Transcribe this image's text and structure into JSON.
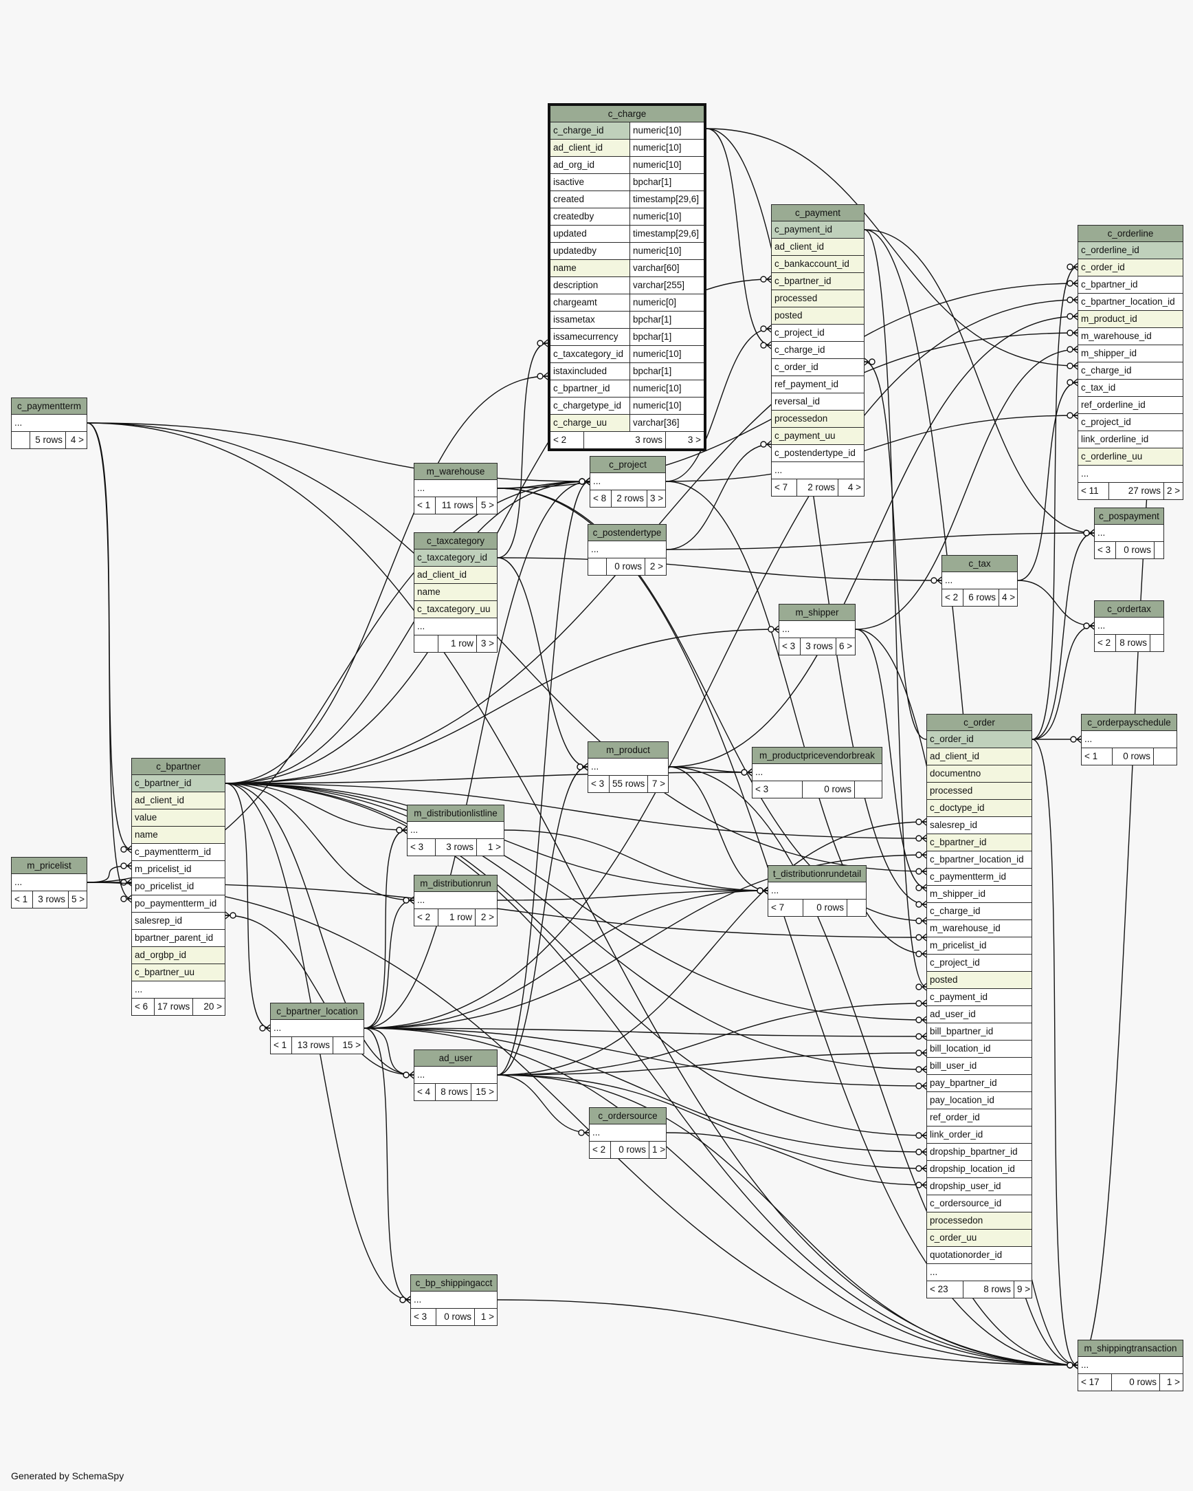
{
  "footer": "Generated by SchemaSpy",
  "colors": {
    "title_bg": "#9aab93",
    "pk_bg": "#bfd0bb",
    "required_bg": "#f3f6df",
    "plain_bg": "#ffffff",
    "edge": "#111111",
    "background": "#f7f7f7"
  },
  "tables": [
    {
      "id": "c_charge",
      "name": "c_charge",
      "focus": true,
      "columns": [
        {
          "name": "c_charge_id",
          "type": "numeric[10]",
          "kind": "pk"
        },
        {
          "name": "ad_client_id",
          "type": "numeric[10]",
          "kind": "req"
        },
        {
          "name": "ad_org_id",
          "type": "numeric[10]",
          "kind": "plain"
        },
        {
          "name": "isactive",
          "type": "bpchar[1]",
          "kind": "plain"
        },
        {
          "name": "created",
          "type": "timestamp[29,6]",
          "kind": "plain"
        },
        {
          "name": "createdby",
          "type": "numeric[10]",
          "kind": "plain"
        },
        {
          "name": "updated",
          "type": "timestamp[29,6]",
          "kind": "plain"
        },
        {
          "name": "updatedby",
          "type": "numeric[10]",
          "kind": "plain"
        },
        {
          "name": "name",
          "type": "varchar[60]",
          "kind": "req"
        },
        {
          "name": "description",
          "type": "varchar[255]",
          "kind": "plain"
        },
        {
          "name": "chargeamt",
          "type": "numeric[0]",
          "kind": "plain"
        },
        {
          "name": "issametax",
          "type": "bpchar[1]",
          "kind": "plain"
        },
        {
          "name": "issamecurrency",
          "type": "bpchar[1]",
          "kind": "plain"
        },
        {
          "name": "c_taxcategory_id",
          "type": "numeric[10]",
          "kind": "plain"
        },
        {
          "name": "istaxincluded",
          "type": "bpchar[1]",
          "kind": "plain"
        },
        {
          "name": "c_bpartner_id",
          "type": "numeric[10]",
          "kind": "plain"
        },
        {
          "name": "c_chargetype_id",
          "type": "numeric[10]",
          "kind": "plain"
        },
        {
          "name": "c_charge_uu",
          "type": "varchar[36]",
          "kind": "req"
        }
      ],
      "footer": [
        "< 2",
        "3 rows",
        "3 >"
      ]
    },
    {
      "id": "c_payment",
      "name": "c_payment",
      "columns": [
        {
          "name": "c_payment_id",
          "kind": "pk"
        },
        {
          "name": "ad_client_id",
          "kind": "req"
        },
        {
          "name": "c_bankaccount_id",
          "kind": "req"
        },
        {
          "name": "c_bpartner_id",
          "kind": "req"
        },
        {
          "name": "processed",
          "kind": "req"
        },
        {
          "name": "posted",
          "kind": "req"
        },
        {
          "name": "c_project_id",
          "kind": "plain"
        },
        {
          "name": "c_charge_id",
          "kind": "plain"
        },
        {
          "name": "c_order_id",
          "kind": "plain"
        },
        {
          "name": "ref_payment_id",
          "kind": "plain"
        },
        {
          "name": "reversal_id",
          "kind": "plain"
        },
        {
          "name": "processedon",
          "kind": "req"
        },
        {
          "name": "c_payment_uu",
          "kind": "req"
        },
        {
          "name": "c_postendertype_id",
          "kind": "plain"
        },
        {
          "name": "...",
          "kind": "plain"
        }
      ],
      "footer": [
        "< 7",
        "2 rows",
        "4 >"
      ]
    },
    {
      "id": "c_orderline",
      "name": "c_orderline",
      "columns": [
        {
          "name": "c_orderline_id",
          "kind": "pk"
        },
        {
          "name": "c_order_id",
          "kind": "req"
        },
        {
          "name": "c_bpartner_id",
          "kind": "plain"
        },
        {
          "name": "c_bpartner_location_id",
          "kind": "plain"
        },
        {
          "name": "m_product_id",
          "kind": "req"
        },
        {
          "name": "m_warehouse_id",
          "kind": "plain"
        },
        {
          "name": "m_shipper_id",
          "kind": "plain"
        },
        {
          "name": "c_charge_id",
          "kind": "plain"
        },
        {
          "name": "c_tax_id",
          "kind": "plain"
        },
        {
          "name": "ref_orderline_id",
          "kind": "plain"
        },
        {
          "name": "c_project_id",
          "kind": "plain"
        },
        {
          "name": "link_orderline_id",
          "kind": "plain"
        },
        {
          "name": "c_orderline_uu",
          "kind": "req"
        },
        {
          "name": "...",
          "kind": "plain"
        }
      ],
      "footer": [
        "< 11",
        "27 rows",
        "2 >"
      ]
    },
    {
      "id": "c_order",
      "name": "c_order",
      "columns": [
        {
          "name": "c_order_id",
          "kind": "pk"
        },
        {
          "name": "ad_client_id",
          "kind": "req"
        },
        {
          "name": "documentno",
          "kind": "req"
        },
        {
          "name": "processed",
          "kind": "req"
        },
        {
          "name": "c_doctype_id",
          "kind": "req"
        },
        {
          "name": "salesrep_id",
          "kind": "plain"
        },
        {
          "name": "c_bpartner_id",
          "kind": "req"
        },
        {
          "name": "c_bpartner_location_id",
          "kind": "plain"
        },
        {
          "name": "c_paymentterm_id",
          "kind": "plain"
        },
        {
          "name": "m_shipper_id",
          "kind": "plain"
        },
        {
          "name": "c_charge_id",
          "kind": "plain"
        },
        {
          "name": "m_warehouse_id",
          "kind": "plain"
        },
        {
          "name": "m_pricelist_id",
          "kind": "plain"
        },
        {
          "name": "c_project_id",
          "kind": "plain"
        },
        {
          "name": "posted",
          "kind": "req"
        },
        {
          "name": "c_payment_id",
          "kind": "plain"
        },
        {
          "name": "ad_user_id",
          "kind": "plain"
        },
        {
          "name": "bill_bpartner_id",
          "kind": "plain"
        },
        {
          "name": "bill_location_id",
          "kind": "plain"
        },
        {
          "name": "bill_user_id",
          "kind": "plain"
        },
        {
          "name": "pay_bpartner_id",
          "kind": "plain"
        },
        {
          "name": "pay_location_id",
          "kind": "plain"
        },
        {
          "name": "ref_order_id",
          "kind": "plain"
        },
        {
          "name": "link_order_id",
          "kind": "plain"
        },
        {
          "name": "dropship_bpartner_id",
          "kind": "plain"
        },
        {
          "name": "dropship_location_id",
          "kind": "plain"
        },
        {
          "name": "dropship_user_id",
          "kind": "plain"
        },
        {
          "name": "c_ordersource_id",
          "kind": "plain"
        },
        {
          "name": "processedon",
          "kind": "req"
        },
        {
          "name": "c_order_uu",
          "kind": "req"
        },
        {
          "name": "quotationorder_id",
          "kind": "plain"
        },
        {
          "name": "...",
          "kind": "plain"
        }
      ],
      "footer": [
        "< 23",
        "8 rows",
        "9 >"
      ]
    },
    {
      "id": "c_bpartner",
      "name": "c_bpartner",
      "columns": [
        {
          "name": "c_bpartner_id",
          "kind": "pk"
        },
        {
          "name": "ad_client_id",
          "kind": "req"
        },
        {
          "name": "value",
          "kind": "req"
        },
        {
          "name": "name",
          "kind": "req"
        },
        {
          "name": "c_paymentterm_id",
          "kind": "plain"
        },
        {
          "name": "m_pricelist_id",
          "kind": "plain"
        },
        {
          "name": "po_pricelist_id",
          "kind": "plain"
        },
        {
          "name": "po_paymentterm_id",
          "kind": "plain"
        },
        {
          "name": "salesrep_id",
          "kind": "plain"
        },
        {
          "name": "bpartner_parent_id",
          "kind": "plain"
        },
        {
          "name": "ad_orgbp_id",
          "kind": "req"
        },
        {
          "name": "c_bpartner_uu",
          "kind": "req"
        },
        {
          "name": "...",
          "kind": "plain"
        }
      ],
      "footer": [
        "< 6",
        "17 rows",
        "20 >"
      ]
    },
    {
      "id": "c_taxcategory",
      "name": "c_taxcategory",
      "columns": [
        {
          "name": "c_taxcategory_id",
          "kind": "pk"
        },
        {
          "name": "ad_client_id",
          "kind": "req"
        },
        {
          "name": "name",
          "kind": "req"
        },
        {
          "name": "c_taxcategory_uu",
          "kind": "req"
        },
        {
          "name": "...",
          "kind": "plain"
        }
      ],
      "footer": [
        "",
        "1 row",
        "3 >"
      ]
    },
    {
      "id": "c_paymentterm",
      "name": "c_paymentterm",
      "columns": [
        {
          "name": "...",
          "kind": "plain"
        }
      ],
      "footer": [
        "",
        "5 rows",
        "4 >"
      ]
    },
    {
      "id": "m_pricelist",
      "name": "m_pricelist",
      "columns": [
        {
          "name": "...",
          "kind": "plain"
        }
      ],
      "footer": [
        "< 1",
        "3 rows",
        "5 >"
      ]
    },
    {
      "id": "m_warehouse",
      "name": "m_warehouse",
      "columns": [
        {
          "name": "...",
          "kind": "plain"
        }
      ],
      "footer": [
        "< 1",
        "11 rows",
        "5 >"
      ]
    },
    {
      "id": "c_project",
      "name": "c_project",
      "columns": [
        {
          "name": "...",
          "kind": "plain"
        }
      ],
      "footer": [
        "< 8",
        "2 rows",
        "3 >"
      ]
    },
    {
      "id": "c_postendertype",
      "name": "c_postendertype",
      "columns": [
        {
          "name": "...",
          "kind": "plain"
        }
      ],
      "footer": [
        "",
        "0 rows",
        "2 >"
      ]
    },
    {
      "id": "c_pospayment",
      "name": "c_pospayment",
      "columns": [
        {
          "name": "...",
          "kind": "plain"
        }
      ],
      "footer": [
        "< 3",
        "0 rows",
        ""
      ]
    },
    {
      "id": "c_tax",
      "name": "c_tax",
      "columns": [
        {
          "name": "...",
          "kind": "plain"
        }
      ],
      "footer": [
        "< 2",
        "6 rows",
        "4 >"
      ]
    },
    {
      "id": "c_ordertax",
      "name": "c_ordertax",
      "columns": [
        {
          "name": "...",
          "kind": "plain"
        }
      ],
      "footer": [
        "< 2",
        "8 rows",
        ""
      ]
    },
    {
      "id": "m_shipper",
      "name": "m_shipper",
      "columns": [
        {
          "name": "...",
          "kind": "plain"
        }
      ],
      "footer": [
        "< 3",
        "3 rows",
        "6 >"
      ]
    },
    {
      "id": "c_orderpayschedule",
      "name": "c_orderpayschedule",
      "columns": [
        {
          "name": "...",
          "kind": "plain"
        }
      ],
      "footer": [
        "< 1",
        "0 rows",
        ""
      ]
    },
    {
      "id": "m_product",
      "name": "m_product",
      "columns": [
        {
          "name": "...",
          "kind": "plain"
        }
      ],
      "footer": [
        "< 3",
        "55 rows",
        "7 >"
      ]
    },
    {
      "id": "m_productpricevendorbreak",
      "name": "m_productpricevendorbreak",
      "columns": [
        {
          "name": "...",
          "kind": "plain"
        }
      ],
      "footer": [
        "< 3",
        "0 rows",
        ""
      ]
    },
    {
      "id": "m_distributionlistline",
      "name": "m_distributionlistline",
      "columns": [
        {
          "name": "...",
          "kind": "plain"
        }
      ],
      "footer": [
        "< 3",
        "3 rows",
        "1 >"
      ]
    },
    {
      "id": "m_distributionrun",
      "name": "m_distributionrun",
      "columns": [
        {
          "name": "...",
          "kind": "plain"
        }
      ],
      "footer": [
        "< 2",
        "1 row",
        "2 >"
      ]
    },
    {
      "id": "t_distributionrundetail",
      "name": "t_distributionrundetail",
      "columns": [
        {
          "name": "...",
          "kind": "plain"
        }
      ],
      "footer": [
        "< 7",
        "0 rows",
        ""
      ]
    },
    {
      "id": "c_bpartner_location",
      "name": "c_bpartner_location",
      "columns": [
        {
          "name": "...",
          "kind": "plain"
        }
      ],
      "footer": [
        "< 1",
        "13 rows",
        "15 >"
      ]
    },
    {
      "id": "ad_user",
      "name": "ad_user",
      "columns": [
        {
          "name": "...",
          "kind": "plain"
        }
      ],
      "footer": [
        "< 4",
        "8 rows",
        "15 >"
      ]
    },
    {
      "id": "c_ordersource",
      "name": "c_ordersource",
      "columns": [
        {
          "name": "...",
          "kind": "plain"
        }
      ],
      "footer": [
        "< 2",
        "0 rows",
        "1 >"
      ]
    },
    {
      "id": "c_bp_shippingacct",
      "name": "c_bp_shippingacct",
      "columns": [
        {
          "name": "...",
          "kind": "plain"
        }
      ],
      "footer": [
        "< 3",
        "0 rows",
        "1 >"
      ]
    },
    {
      "id": "m_shippingtransaction",
      "name": "m_shippingtransaction",
      "columns": [
        {
          "name": "...",
          "kind": "plain"
        }
      ],
      "footer": [
        "< 17",
        "0 rows",
        "1 >"
      ]
    }
  ]
}
